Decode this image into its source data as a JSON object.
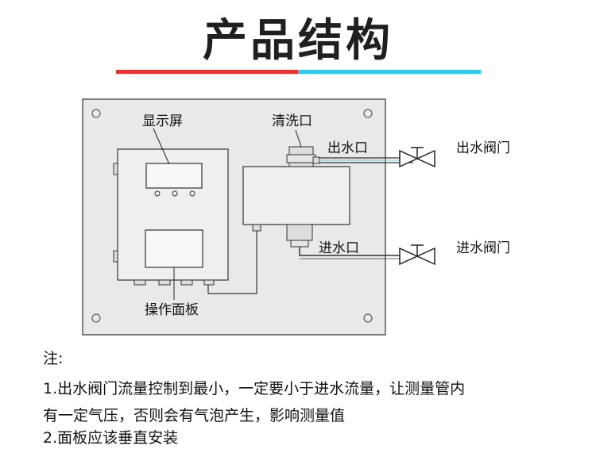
{
  "title": "产品结构",
  "accent_colors": {
    "left_bar": "#e8332f",
    "right_bar": "#35c9e8"
  },
  "diagram": {
    "labels": {
      "display": "显示屏",
      "cleaning_port": "清洗口",
      "outlet_port": "出水口",
      "outlet_valve": "出水阀门",
      "inlet_port": "进水口",
      "inlet_valve": "进水阀门",
      "operation_panel": "操作面板"
    }
  },
  "notes": {
    "heading": "注:",
    "line1": "1.出水阀门流量控制到最小，一定要小于进水流量，让测量管内",
    "line2": "有一定气压，否则会有气泡产生，影响测量值",
    "line3": "2.面板应该垂直安装"
  }
}
